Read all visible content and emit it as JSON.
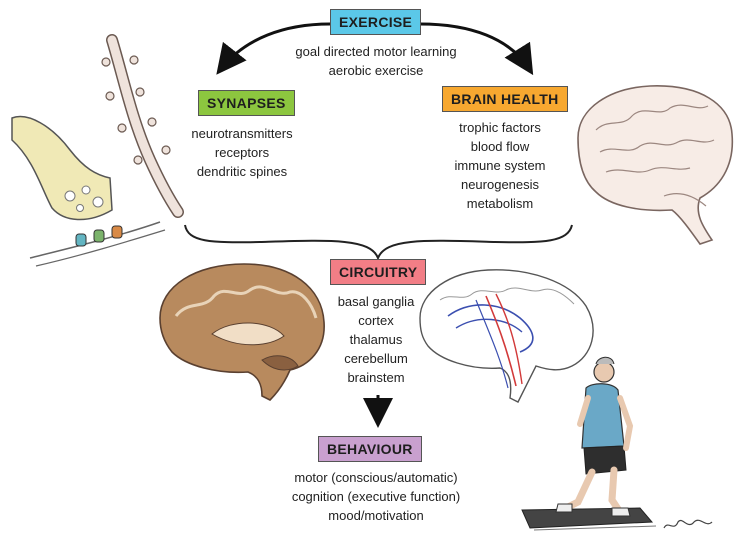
{
  "exercise": {
    "title": "EXERCISE",
    "color": "#5bc8e8",
    "items": [
      "goal directed motor learning",
      "aerobic exercise"
    ]
  },
  "synapses": {
    "title": "SYNAPSES",
    "color": "#8cc63f",
    "items": [
      "neurotransmitters",
      "receptors",
      "dendritic spines"
    ]
  },
  "brain_health": {
    "title": "BRAIN HEALTH",
    "color": "#f7a830",
    "items": [
      "trophic factors",
      "blood flow",
      "immune system",
      "neurogenesis",
      "metabolism"
    ]
  },
  "circuitry": {
    "title": "CIRCUITRY",
    "color": "#f27e86",
    "items": [
      "basal ganglia",
      "cortex",
      "thalamus",
      "cerebellum",
      "brainstem"
    ]
  },
  "behaviour": {
    "title": "BEHAVIOUR",
    "color": "#c9a0cf",
    "items": [
      "motor (conscious/automatic)",
      "cognition (executive function)",
      "mood/motivation"
    ]
  },
  "icons": [
    "synapse-illustration",
    "brain-illustration",
    "brain-sagittal-section-illustration",
    "brain-circuitry-illustration",
    "walking-man-treadmill-illustration",
    "artist-signature"
  ]
}
